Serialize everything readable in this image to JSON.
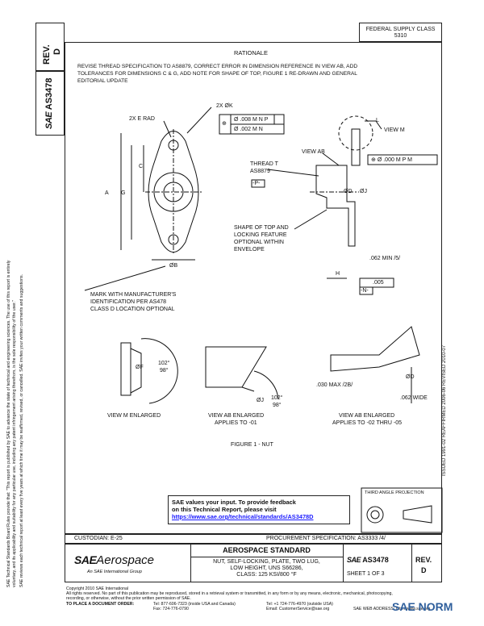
{
  "header": {
    "federal_class": "FEDERAL SUPPLY CLASS",
    "federal_class_code": "5310",
    "rev_label": "REV.",
    "rev_value": "D",
    "doc_number": "AS3478"
  },
  "rationale": {
    "title": "RATIONALE",
    "text_1": "REVISE THREAD SPECIFICATION TO AS8879, CORRECT ERROR IN DIMENSION REFERENCE IN VIEW AB, ADD",
    "text_2": "TOLERANCES FOR DIMENSIONS C & G, ADD NOTE FOR SHAPE OF TOP, FIGURE 1 RE-DRAWN AND GENERAL",
    "text_3": "EDITORIAL UPDATE"
  },
  "drawing": {
    "e_rad": "2X E RAD",
    "k_dia": "2X ØK",
    "fcf_1": ".008",
    "fcf_2": ".002",
    "m": "M",
    "n": "N",
    "p": "P",
    "pos_symbol": "⊕",
    "dia": "Ø",
    "label_c": "C",
    "label_a": "A",
    "label_g": "G",
    "label_b": "ØB",
    "thread_t": "THREAD T",
    "as8879": "AS8879",
    "datum_p": "-P-",
    "shape_note_1": "SHAPE OF TOP AND",
    "shape_note_2": "LOCKING FEATURE",
    "shape_note_3": "OPTIONAL WITHIN",
    "shape_note_4": "ENVELOPE",
    "mark_note_1": "MARK WITH MANUFACTURER'S",
    "mark_note_2": "IDENTIFICATION PER AS478",
    "mark_note_3": "CLASS D LOCATION OPTIONAL",
    "label_l": "L",
    "view_m": "VIEW M",
    "view_ab": "VIEW AB",
    "fcf_3": ".000",
    "label_d": "ØD",
    "label_j": "ØJ",
    "label_h": "H",
    "min_062": ".062 MIN /5/",
    "fcf_4": ".005",
    "datum_n": "-N-",
    "label_f": "ØF",
    "angle_102": "102°",
    "angle_98": "98°",
    "view_m_enlarged": "VIEW M ENLARGED",
    "view_ab_enl_1_a": "VIEW AB ENLARGED",
    "view_ab_enl_1_b": "APPLIES TO -01",
    "view_ab_enl_2_a": "VIEW AB ENLARGED",
    "view_ab_enl_2_b": "APPLIES TO -02 THRU -05",
    "max_030": ".030 MAX /2B/",
    "wide_062": ".062 WIDE",
    "figure_caption": "FIGURE 1 - NUT"
  },
  "feedback": {
    "line_1": "SAE values your input. To provide feedback",
    "line_2": "on this Technical Report, please visit",
    "url": "https://www.sae.org/technical/standards/AS3478D"
  },
  "third_angle": "THIRD ANGLE PROJECTION",
  "side_margin": {
    "left_text_1": "SAE Technical Standards Board Rules provide that: \"This report is published by SAE to advance the state of technical and engineering sciences. The use of this report is entirely",
    "left_text_2": "voluntary, and its applicability and suitability for any particular use, including any patent infringement arising therefrom, is the sole responsibility of the user.\"",
    "left_text_3": "SAE reviews each technical report at least every five years at which time it may be reaffirmed, revised, or cancelled. SAE invites your written comments and suggestions.",
    "dates": "ISSUED 1991-02    REAFFIRMED 2006-06    REVISED 2010-07"
  },
  "footer": {
    "custodian": "CUSTODIAN: E-25",
    "procurement": "PROCUREMENT SPECIFICATION: AS3333 /4/",
    "sae": "SAE",
    "aerospace": "Aerospace",
    "sae_int": "An SAE International Group",
    "std_title": "AEROSPACE STANDARD",
    "desc_1": "NUT, SELF-LOCKING, PLATE, TWO LUG,",
    "desc_2": "LOW HEIGHT, UNS S66286,",
    "desc_3": "CLASS: 125 KSI/800 °F",
    "doc_number": "AS3478",
    "sheet": "SHEET 1 OF 3",
    "rev_label": "REV.",
    "rev_value": "D",
    "copyright": "Copyright 2010 SAE International",
    "copy_text_1": "All rights reserved. No part of this publication may be reproduced, stored in a retrieval system or transmitted, in any form or by any means, electronic, mechanical, photocopying,",
    "copy_text_2": "recording, or otherwise, without the prior written permission of SAE.",
    "order": "TO PLACE A DOCUMENT ORDER:",
    "tel_1": "Tel: 877-606-7323 (inside USA and Canada)",
    "tel_2": "Tel: +1 724-776-4970 (outside USA)",
    "fax": "Fax: 724-776-0790",
    "email": "Email: CustomerService@sae.org",
    "web": "SAE WEB ADDRESS: http://www.sae.org",
    "watermark": "SAE NORM"
  },
  "colors": {
    "ink": "#111111",
    "link": "#1a1aff",
    "watermark": "#2f5f9c"
  }
}
